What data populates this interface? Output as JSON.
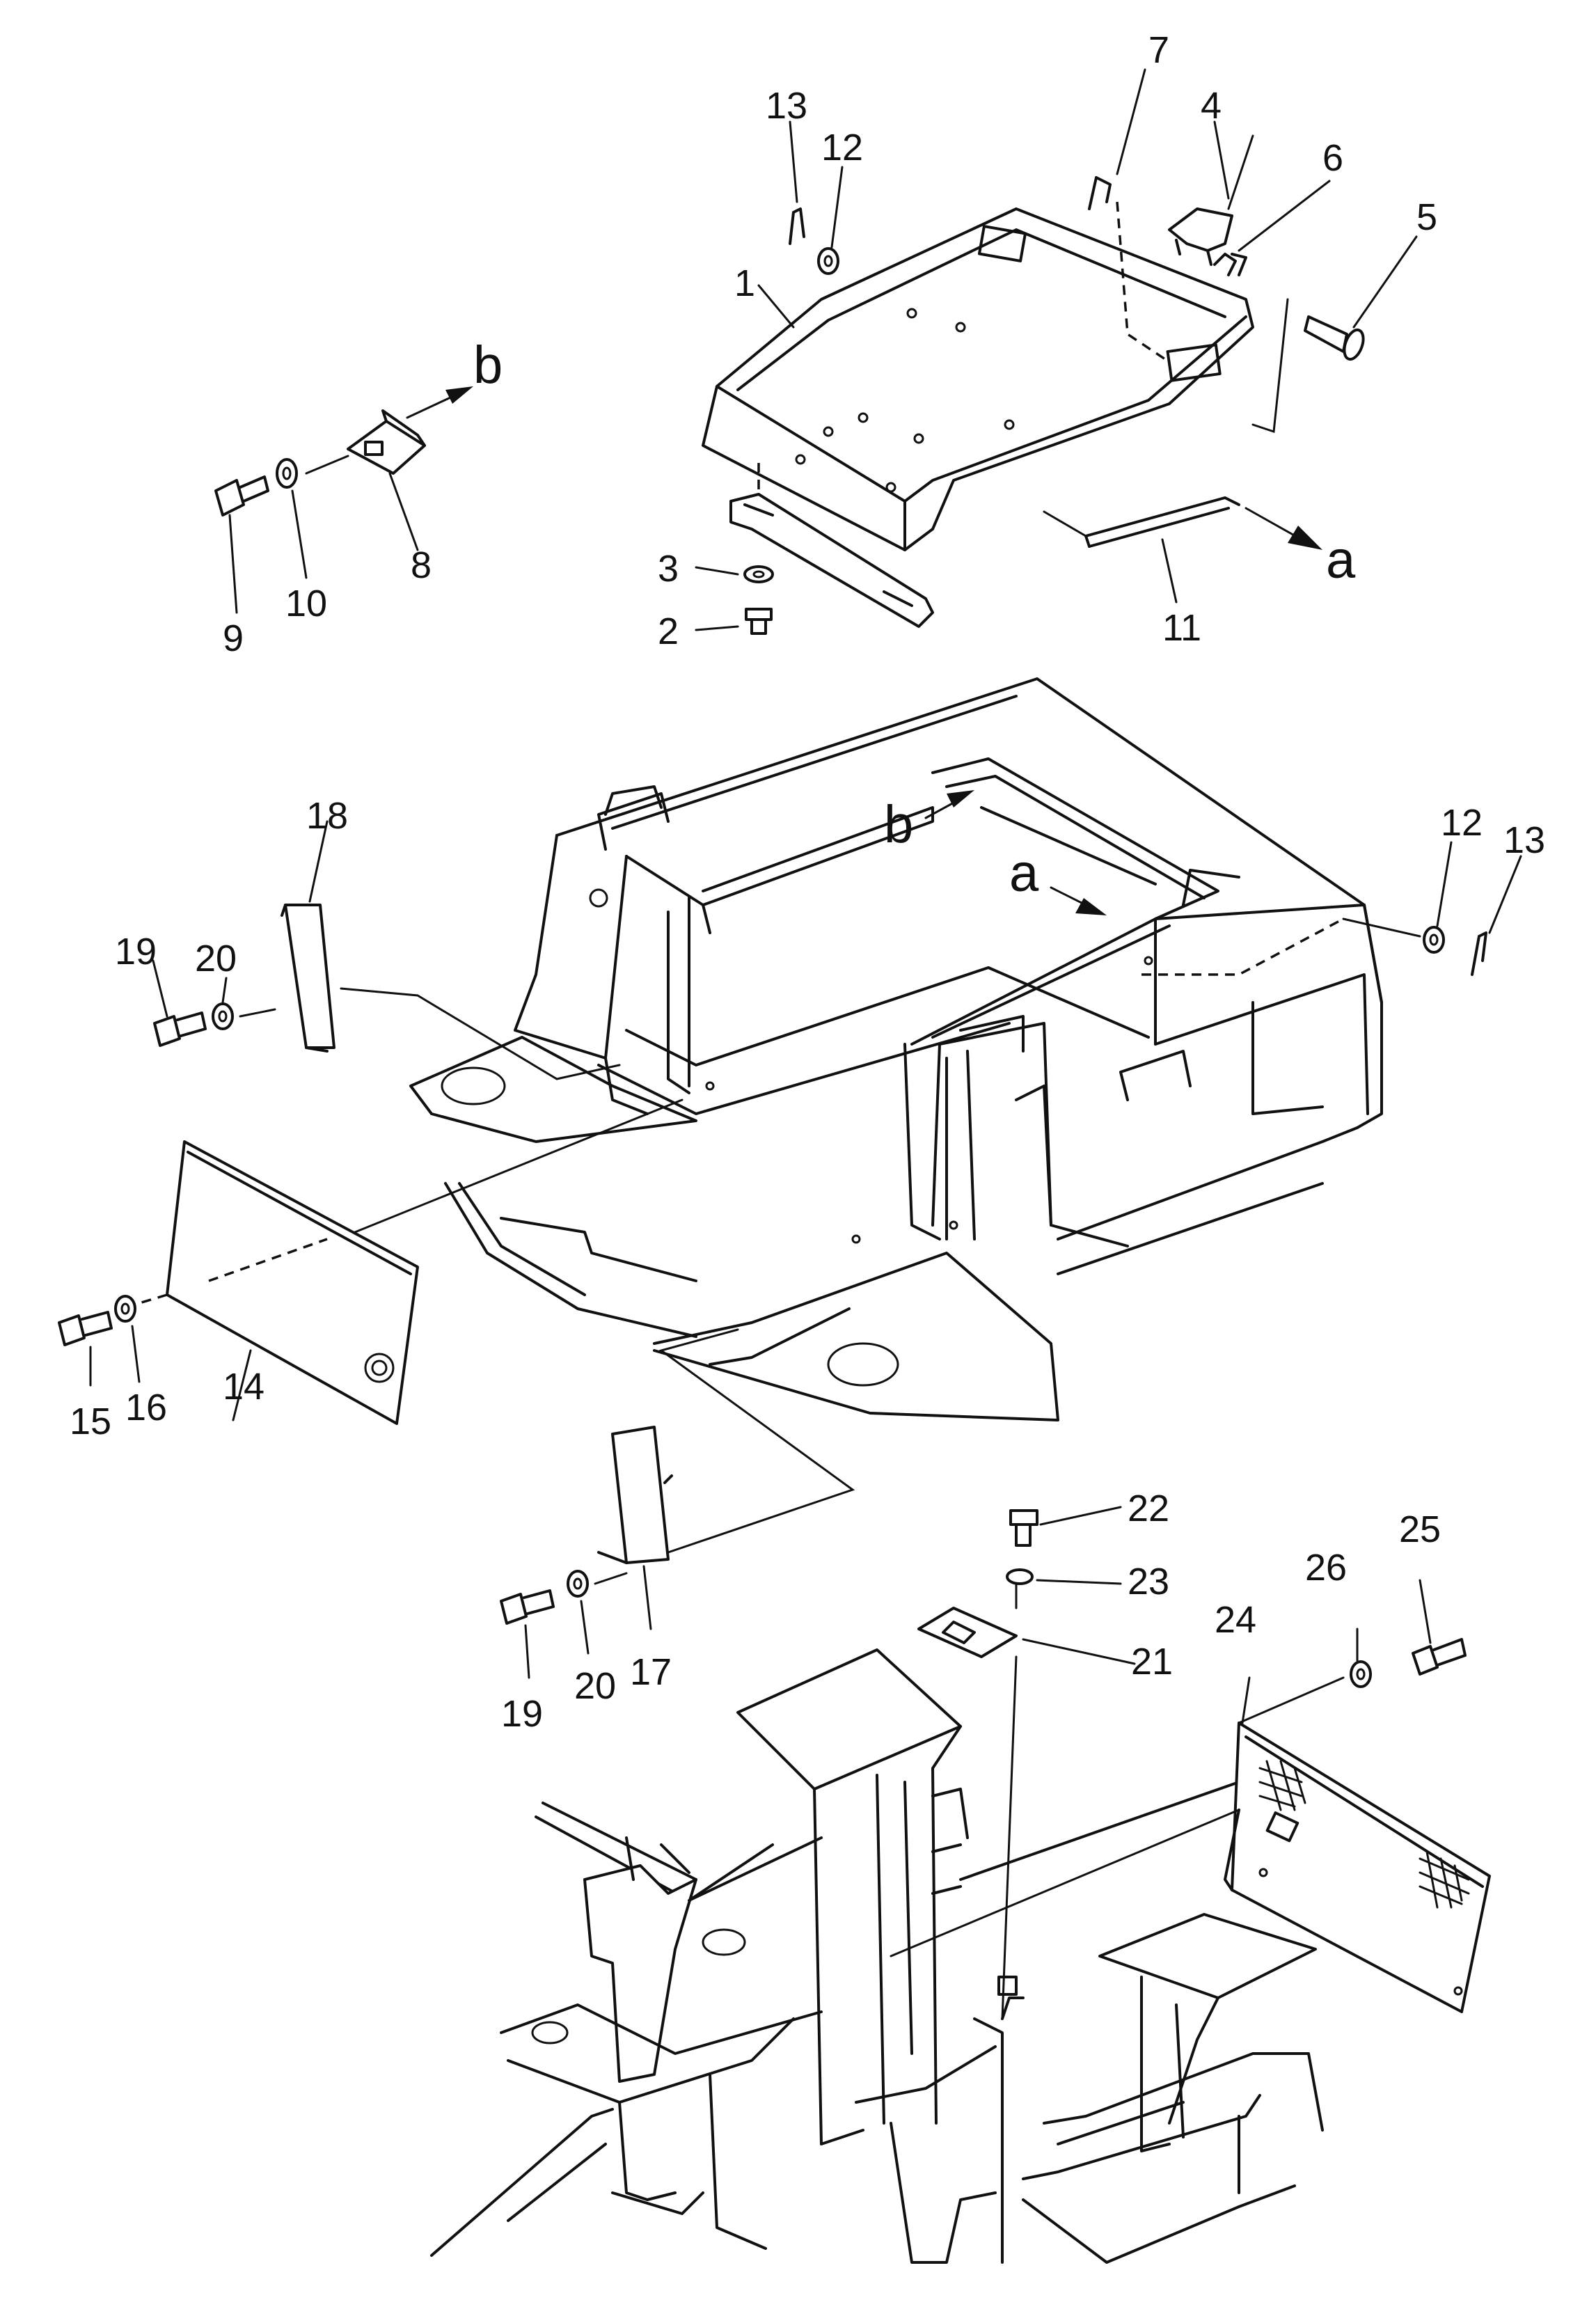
{
  "callouts": [
    {
      "id": "c1",
      "label": "1"
    },
    {
      "id": "c2",
      "label": "2"
    },
    {
      "id": "c3",
      "label": "3"
    },
    {
      "id": "c4",
      "label": "4"
    },
    {
      "id": "c5",
      "label": "5"
    },
    {
      "id": "c6",
      "label": "6"
    },
    {
      "id": "c7",
      "label": "7"
    },
    {
      "id": "c8",
      "label": "8"
    },
    {
      "id": "c9",
      "label": "9"
    },
    {
      "id": "c10",
      "label": "10"
    },
    {
      "id": "c11",
      "label": "11"
    },
    {
      "id": "c12a",
      "label": "12"
    },
    {
      "id": "c13a",
      "label": "13"
    },
    {
      "id": "c12b",
      "label": "12"
    },
    {
      "id": "c13b",
      "label": "13"
    },
    {
      "id": "c14",
      "label": "14"
    },
    {
      "id": "c15",
      "label": "15"
    },
    {
      "id": "c16",
      "label": "16"
    },
    {
      "id": "c17",
      "label": "17"
    },
    {
      "id": "c18",
      "label": "18"
    },
    {
      "id": "c19a",
      "label": "19"
    },
    {
      "id": "c20a",
      "label": "20"
    },
    {
      "id": "c19b",
      "label": "19"
    },
    {
      "id": "c20b",
      "label": "20"
    },
    {
      "id": "c21",
      "label": "21"
    },
    {
      "id": "c22",
      "label": "22"
    },
    {
      "id": "c23",
      "label": "23"
    },
    {
      "id": "c24",
      "label": "24"
    },
    {
      "id": "c25",
      "label": "25"
    },
    {
      "id": "c26",
      "label": "26"
    }
  ],
  "reference_letters": {
    "a_top": "a",
    "b_top": "b",
    "a_frame": "a",
    "b_frame": "b"
  }
}
